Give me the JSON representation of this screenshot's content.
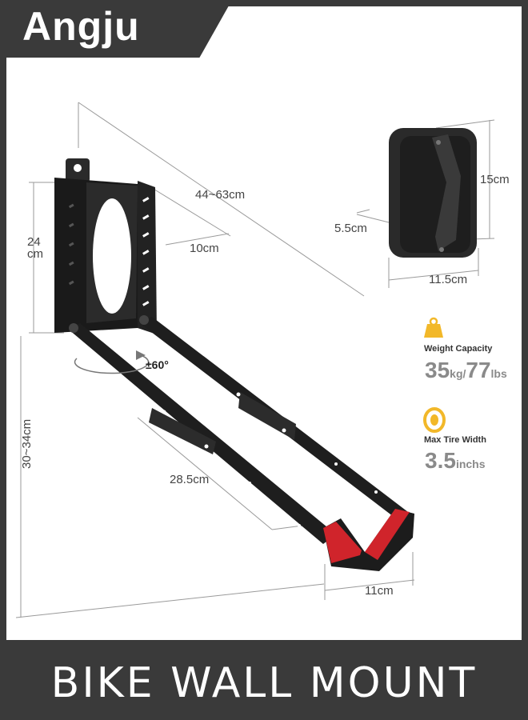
{
  "brand": {
    "name": "Angju"
  },
  "title": "BIKE WALL MOUNT",
  "dimensions": {
    "length": "44~63cm",
    "bracket_depth": "10cm",
    "mount_height_top": "24",
    "mount_height_bottom": "cm",
    "total_height": "30~34cm",
    "arm_length": "28.5cm",
    "hook_width": "11cm",
    "rotation": "±60°",
    "pad_height": "15cm",
    "pad_depth": "5.5cm",
    "pad_width": "11.5cm"
  },
  "specs": {
    "weight": {
      "label": "Weight Capacity",
      "value_kg": "35",
      "unit_kg": "kg/",
      "value_lbs": "77",
      "unit_lbs": "lbs",
      "icon": "weight-icon"
    },
    "tire": {
      "label": "Max Tire Width",
      "value": "3.5",
      "unit": "inchs",
      "icon": "tire-icon"
    }
  },
  "colors": {
    "accent_red": "#d0242b",
    "metal": "#1e1e1e",
    "icon_yellow": "#f2b829",
    "frame": "#3a3a3a"
  }
}
